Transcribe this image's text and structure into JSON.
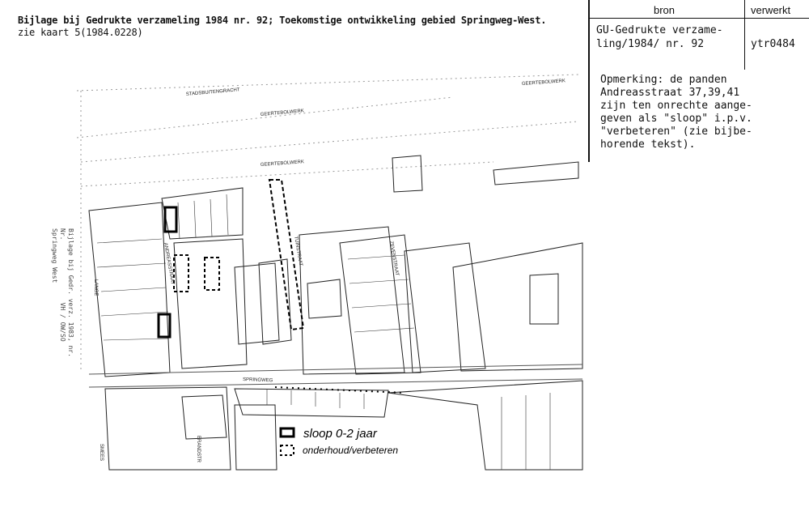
{
  "header": {
    "line1": "Bijlage bij Gedrukte verzameling 1984 nr. 92; Toekomstige ontwikkeling gebied Springweg-West.",
    "line2": "zie kaart 5(1984.0228)"
  },
  "source_table": {
    "col_bron": "bron",
    "col_verwerkt": "verwerkt",
    "bron_value": "GU-Gedrukte verzame-\nling/1984/ nr. 92",
    "verwerkt_value": "ytr0484",
    "remark": "Opmerking: de panden\nAndreasstraat 37,39,41\nzijn ten onrechte aange-\ngeven als \"sloop\" i.p.v.\n\"verbeteren\" (zie bijbe-\nhorende tekst)."
  },
  "map": {
    "side_note": "Bijlage bij Gedr. verz. 1983, nr.\nNr.                VH / OW/SO\nSpringweg West",
    "streets": {
      "stadsbuitengracht": "STADSBUITENGRACHT",
      "geertebolwerk_1": "GEERTEBOLWERK",
      "geertebolwerk_2": "GEERTEBOLWERK",
      "geertebolwerk_3": "GEERTEBOLWERK",
      "andreasstraat": "ANDREASSTRAAT",
      "tuinstraat": "TUINSTRAAT",
      "zevenstraat": "ZEVENSTRAAT",
      "lange": "LANGE",
      "springweg": "SPRINGWEG",
      "brandstr": "BRANDSTR",
      "smees": "SMEES"
    },
    "legend": {
      "sloop": "sloop 0-2 jaar",
      "onderhoud": "onderhoud/verbeteren"
    }
  }
}
